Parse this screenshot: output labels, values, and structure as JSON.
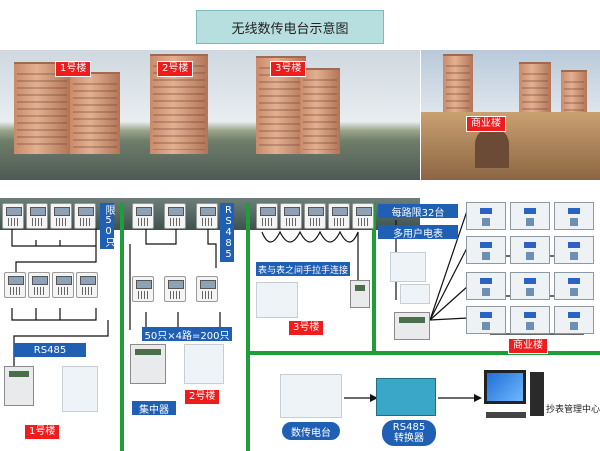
{
  "title": "无线数传电台示意图",
  "buildings": {
    "b1": "1号楼",
    "b2": "2号楼",
    "b3": "3号楼",
    "commercial": "商业楼"
  },
  "panel1": {
    "limit_text": "限50只",
    "rs485": "RS485",
    "label": "1号楼"
  },
  "panel2": {
    "rs485_v": "RS485",
    "count_text": "50只×4路=200只",
    "concentrator": "集中器",
    "label": "2号楼"
  },
  "panel3": {
    "hand_in_hand": "表与表之间手拉手连接",
    "label": "3号楼"
  },
  "panel4": {
    "line1": "每路限32台",
    "line2": "多用户电表",
    "label": "商业楼"
  },
  "panel5": {
    "radio": "数传电台",
    "converter_line1": "RS485",
    "converter_line2": "转换器",
    "center": "抄表管理中心"
  },
  "colors": {
    "title_bg": "#b7dfe0",
    "divider": "#1f9d36",
    "label_red": "#ee1c1c",
    "label_blue": "#1f5fb4"
  }
}
